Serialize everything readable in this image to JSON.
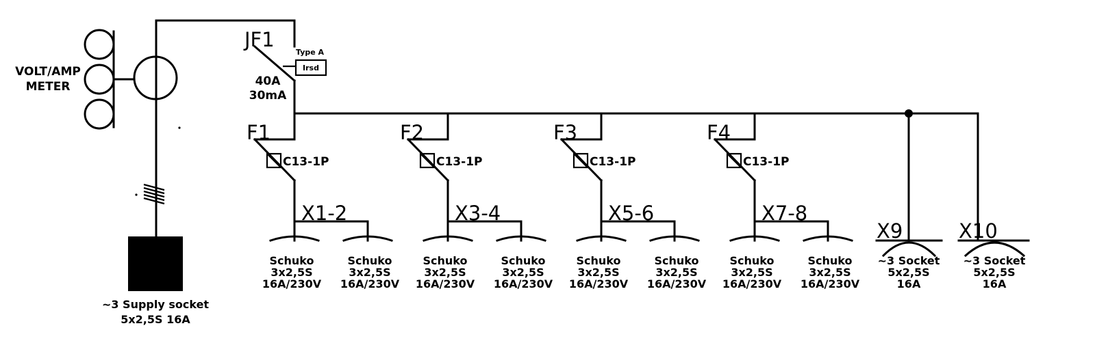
{
  "meter": {
    "label_line1": "VOLT/AMP",
    "label_line2": "METER"
  },
  "supply": {
    "label_line1": "~3 Supply socket",
    "label_line2": "5x2,5S 16A"
  },
  "rcd": {
    "name": "JF1",
    "type": "Type A",
    "box": "Irsd",
    "rating": "40A",
    "sensitivity": "30mA"
  },
  "breakers": [
    {
      "name": "F1",
      "type": "C13-1P"
    },
    {
      "name": "F2",
      "type": "C13-1P"
    },
    {
      "name": "F3",
      "type": "C13-1P"
    },
    {
      "name": "F4",
      "type": "C13-1P"
    }
  ],
  "socket_groups": [
    {
      "name": "X1-2"
    },
    {
      "name": "X3-4"
    },
    {
      "name": "X5-6"
    },
    {
      "name": "X7-8"
    }
  ],
  "schuko": {
    "line1": "Schuko",
    "line2": "3x2,5S",
    "line3": "16A/230V"
  },
  "three_phase_sockets": [
    {
      "name": "X9",
      "line1": "~3 Socket",
      "line2": "5x2,5S",
      "line3": "16A"
    },
    {
      "name": "X10",
      "line1": "~3 Socket",
      "line2": "5x2,5S",
      "line3": "16A"
    }
  ]
}
